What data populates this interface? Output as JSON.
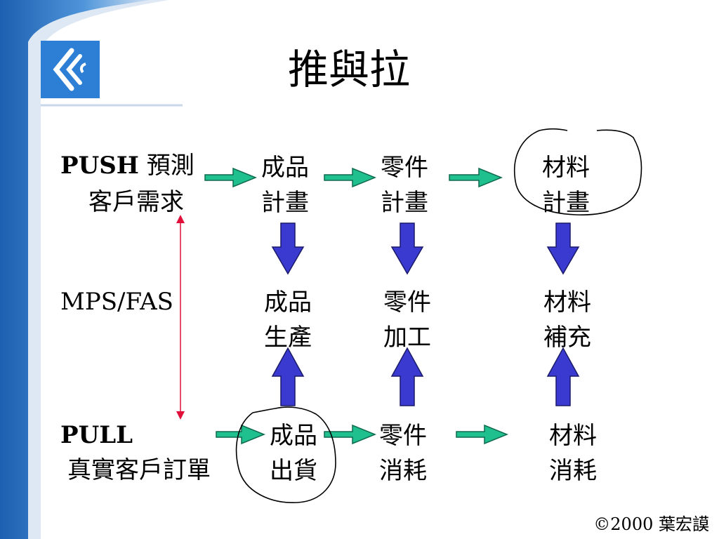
{
  "title": "推與拉",
  "rows": {
    "push": {
      "label_bold": "PUSH",
      "label_rest": "預測",
      "label_line2": "客戶需求",
      "cells": [
        {
          "line1": "成品",
          "line2": "計畫"
        },
        {
          "line1": "零件",
          "line2": "計畫"
        },
        {
          "line1": "材料",
          "line2": "計畫"
        }
      ]
    },
    "mps": {
      "label": "MPS/FAS",
      "cells": [
        {
          "line1": "成品",
          "line2": "生產"
        },
        {
          "line1": "零件",
          "line2": "加工"
        },
        {
          "line1": "材料",
          "line2": "補充"
        }
      ]
    },
    "pull": {
      "label_bold": "PULL",
      "label_line2": "真實客戶訂單",
      "cells": [
        {
          "line1": "成品",
          "line2": "出貨"
        },
        {
          "line1": "零件",
          "line2": "消耗"
        },
        {
          "line1": "材料",
          "line2": "消耗"
        }
      ]
    }
  },
  "copyright": "©2000 葉宏謨",
  "colors": {
    "green_arrow": "#1fc08e",
    "blue_arrow": "#3a3ad0",
    "red_line": "#e0103a",
    "sidebar_blue": "#2f7ac8",
    "logo_blue": "#2d7fd6"
  }
}
